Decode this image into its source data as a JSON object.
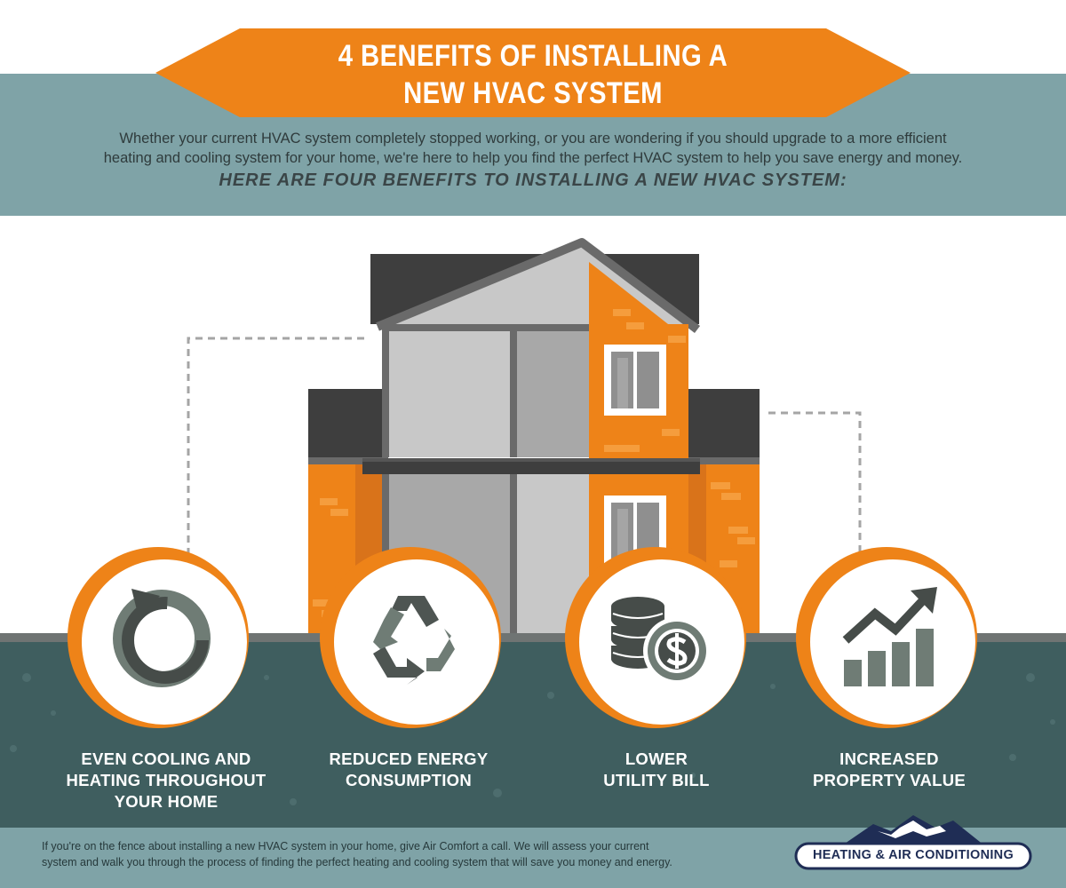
{
  "header": {
    "title_line1": "4 BENEFITS OF INSTALLING A",
    "title_line2": "NEW HVAC SYSTEM",
    "intro_line1": "Whether your current HVAC system completely stopped working, or you are wondering if you should upgrade to a more efficient",
    "intro_line2": "heating and cooling system for your home, we're here to help you find the perfect HVAC system to help you save energy and money.",
    "subheading": "HERE ARE FOUR BENEFITS TO INSTALLING A NEW HVAC SYSTEM:"
  },
  "benefits": [
    {
      "icon": "circular-arrow-icon",
      "line1": "EVEN COOLING AND",
      "line2": "HEATING THROUGHOUT",
      "line3": "YOUR HOME"
    },
    {
      "icon": "recycle-icon",
      "line1": "REDUCED ENERGY",
      "line2": "CONSUMPTION",
      "line3": ""
    },
    {
      "icon": "coins-dollar-icon",
      "line1": "LOWER",
      "line2": "UTILITY BILL",
      "line3": ""
    },
    {
      "icon": "growth-chart-icon",
      "line1": "INCREASED",
      "line2": "PROPERTY VALUE",
      "line3": ""
    }
  ],
  "footer": {
    "text_line1": "If you're on the fence about installing a new HVAC system in your home, give Air Comfort a call. We will assess your current",
    "text_line2": "system and walk you through the process of finding the perfect heating and cooling system that will save you money and energy.",
    "logo_text": "HEATING & AIR CONDITIONING",
    "logo_icon": "mountain-logo-icon"
  },
  "colors": {
    "orange": "#ee8318",
    "teal_band": "#7fa3a7",
    "ground": "#3f5e5f",
    "roof": "#4a4a4a",
    "wall_gray": "#c8c8c8",
    "icon_gray": "#4e5552"
  }
}
